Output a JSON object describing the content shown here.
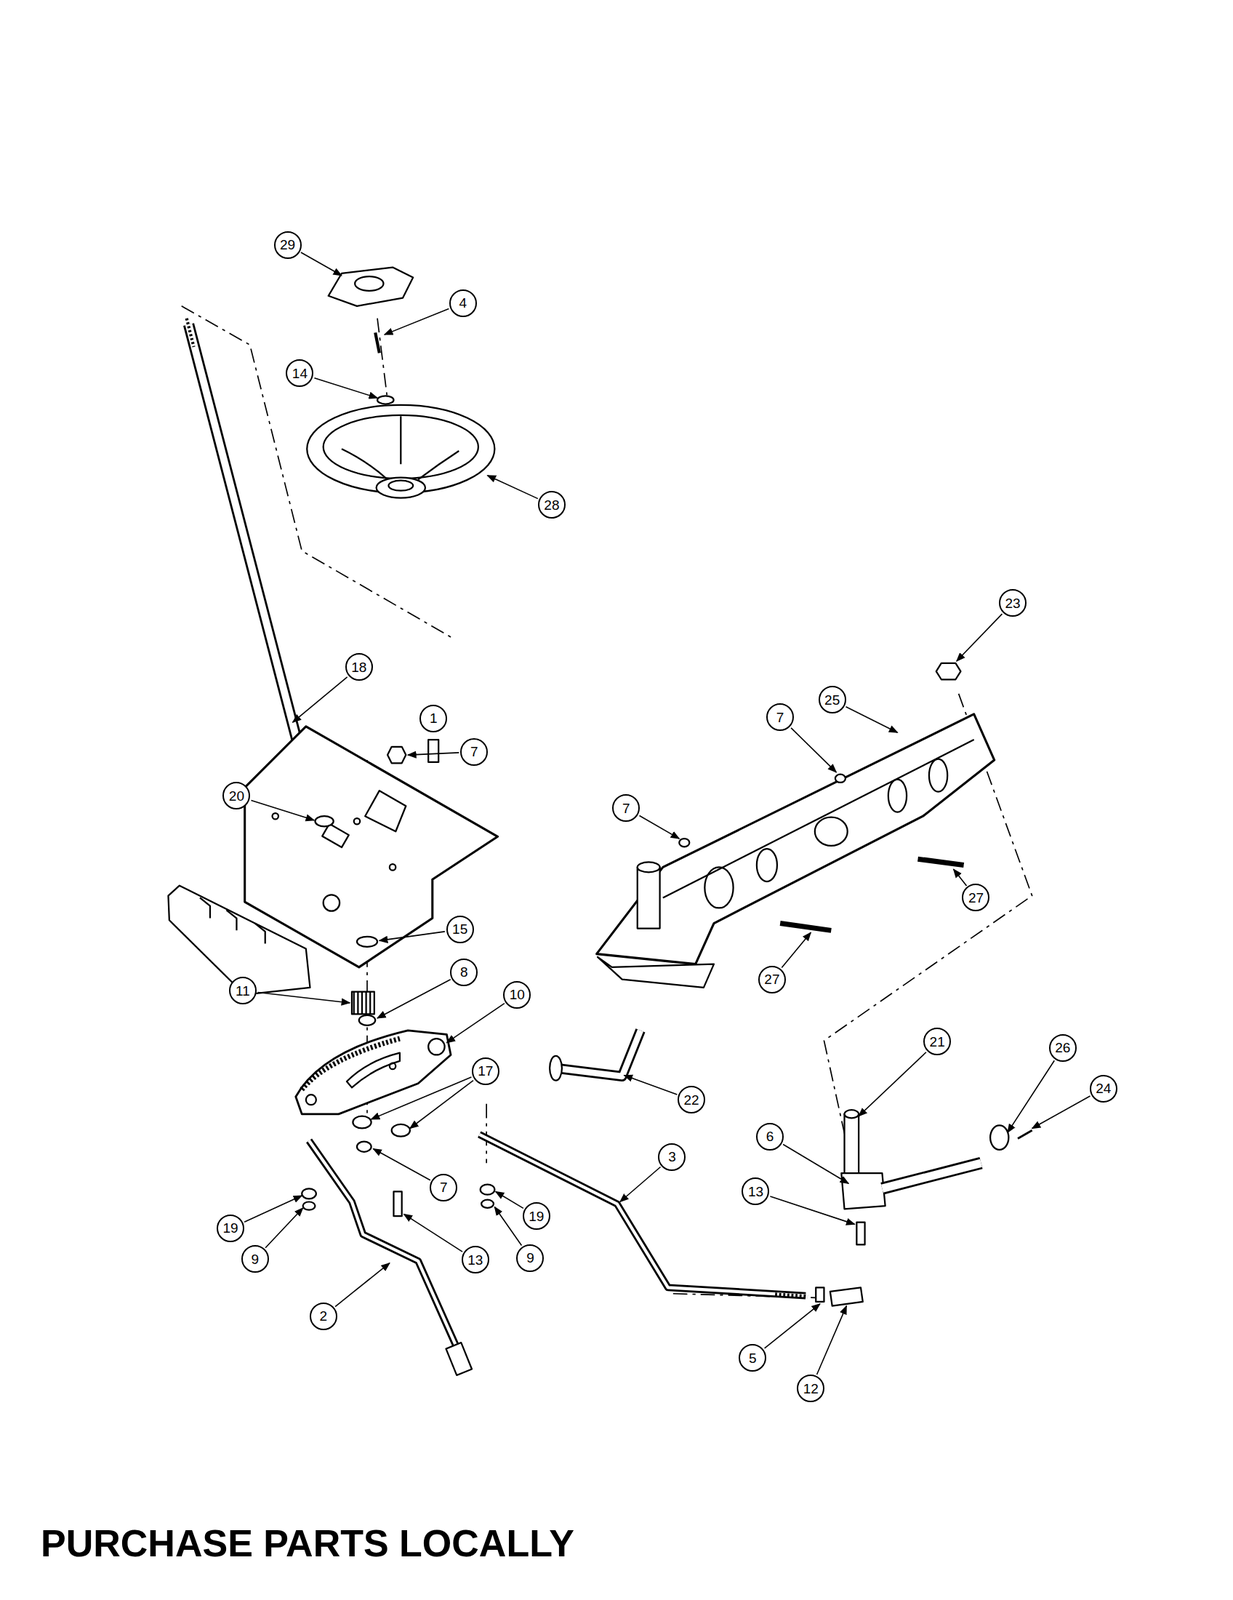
{
  "diagram": {
    "caption": "PURCHASE PARTS LOCALLY",
    "labels": [
      "29",
      "4",
      "14",
      "28",
      "18",
      "1",
      "7",
      "20",
      "15",
      "8",
      "11",
      "10",
      "17",
      "7",
      "19",
      "9",
      "13",
      "2",
      "19",
      "9",
      "3",
      "23",
      "25",
      "7",
      "7",
      "27",
      "27",
      "22",
      "21",
      "26",
      "24",
      "6",
      "13",
      "5",
      "12"
    ]
  }
}
